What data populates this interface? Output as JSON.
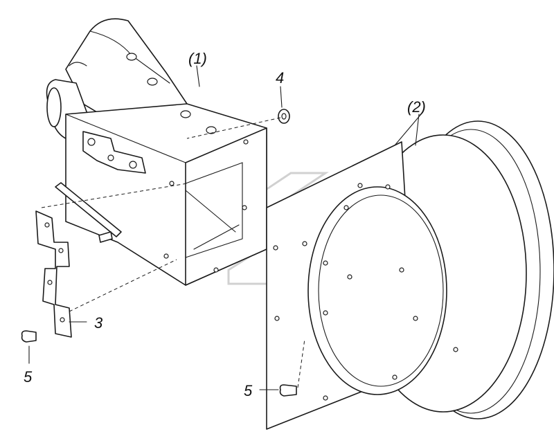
{
  "labels": {
    "part_1": "(1)",
    "part_2": "(2)",
    "part_3": "3",
    "part_4": "4",
    "part_5_left": "5",
    "part_5_right": "5"
  }
}
